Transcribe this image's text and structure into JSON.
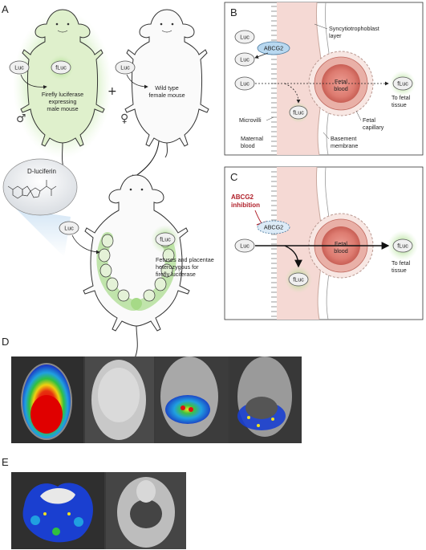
{
  "panels": {
    "A": {
      "letter": "A",
      "male_mouse": {
        "fluc_node": "fLuc",
        "luc_node": "Luc",
        "label_line1": "Firefly luciferase",
        "label_line2": "expressing",
        "label_line3": "male mouse",
        "sex_symbol": "♂"
      },
      "plus": "+",
      "female_mouse": {
        "luc_node": "Luc",
        "label_line1": "Wild type",
        "label_line2": "female mouse",
        "sex_symbol": "♀"
      },
      "substrate_title": "D-luciferin",
      "pregnant_mouse": {
        "luc_node": "Luc",
        "fluc_node": "fLuc",
        "label_line1": "Fetuses and placentae",
        "label_line2": "heterozygous for",
        "label_line3": "firefly luciferase"
      }
    },
    "B": {
      "letter": "B",
      "luc1": "Luc",
      "abcg2": "ABCG2",
      "luc2": "Luc",
      "luc3": "Luc",
      "fluc_maternal": "fLuc",
      "fluc_fetal": "fLuc",
      "fetal_blood_line1": "Fetal",
      "fetal_blood_line2": "blood",
      "syncytio_line1": "Syncytiotrophoblast",
      "syncytio_line2": "layer",
      "microvilli": "Microvilli",
      "maternal_line1": "Maternal",
      "maternal_line2": "blood",
      "basement_line1": "Basement",
      "basement_line2": "membrane",
      "capillary_line1": "Fetal",
      "capillary_line2": "capillary",
      "to_fetal_line1": "To fetal",
      "to_fetal_line2": "tissue"
    },
    "C": {
      "letter": "C",
      "inhibition_line1": "ABCG2",
      "inhibition_line2": "inhibition",
      "abcg2": "ABCG2",
      "luc": "Luc",
      "fluc_maternal": "fLuc",
      "fluc_fetal": "fLuc",
      "fetal_blood_line1": "Fetal",
      "fetal_blood_line2": "blood",
      "to_fetal_line1": "To fetal",
      "to_fetal_line2": "tissue"
    },
    "D": {
      "letter": "D"
    },
    "E": {
      "letter": "E"
    }
  },
  "colors": {
    "glow_green": "#8fd16a",
    "node_border": "#555555",
    "abcg2_blue": "#b8d8f0",
    "inhibition_red": "#b0202a",
    "tissue_pink": "#f5d9d4",
    "fetal_blood": "#e58a80",
    "heatmap_red": "#e01010",
    "heatmap_yellow": "#f0e020",
    "heatmap_blue": "#1a3fd0",
    "photo_bg": "#3a3a3a"
  }
}
